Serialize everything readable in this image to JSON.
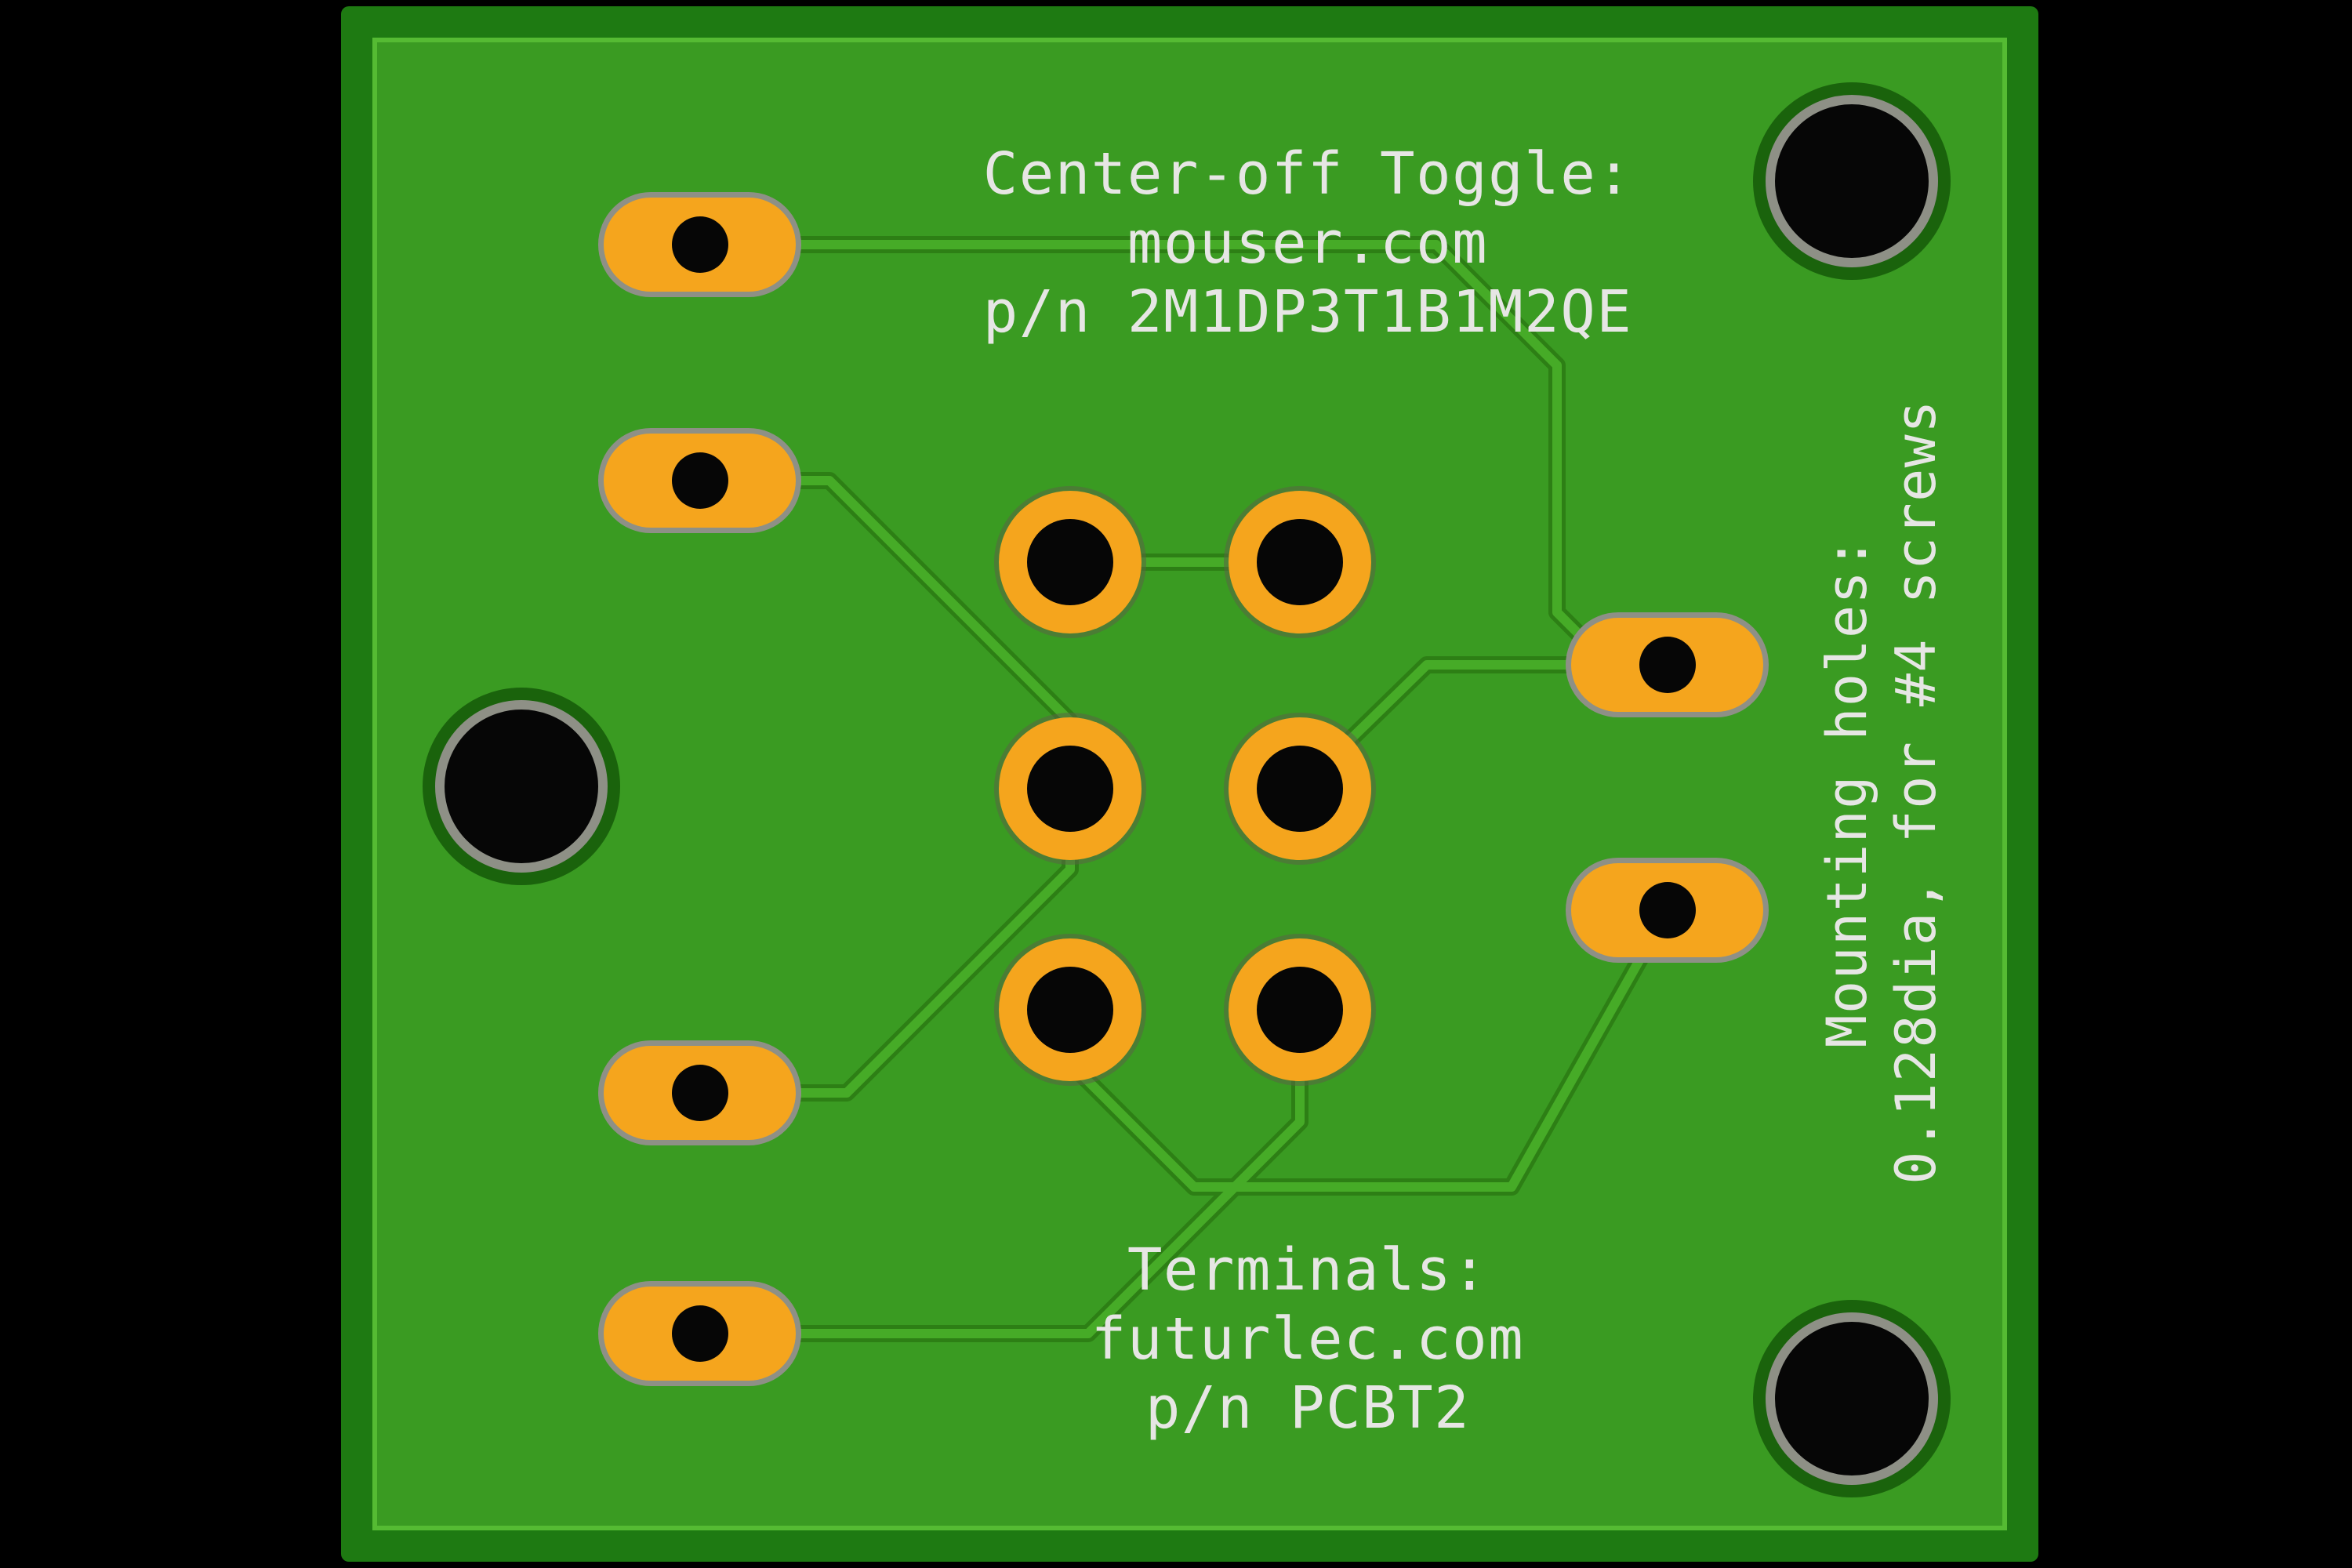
{
  "board": {
    "top_note": {
      "line1": "Center-off Toggle:",
      "line2": "mouser.com",
      "line3": "p/n 2M1DP3T1B1M2QE"
    },
    "bottom_note": {
      "line1": "Terminals:",
      "line2": "futurlec.com",
      "line3": "p/n PCBT2"
    },
    "side_note": {
      "line1": "Mounting holes:",
      "line2": "0.128dia, for #4 screws"
    }
  },
  "colors": {
    "bg": "#000000",
    "board-green": "#3a9b22",
    "board-rim": "#1e7a12",
    "board-edge-glow": "#55bb33",
    "trace-green": "#46ab27",
    "trace-dark": "#2d7f15",
    "pad-orange": "#f5a51d",
    "hole-black": "#060606",
    "ring-gray": "#8e9086",
    "silkscreen": "#e6e6e4"
  }
}
